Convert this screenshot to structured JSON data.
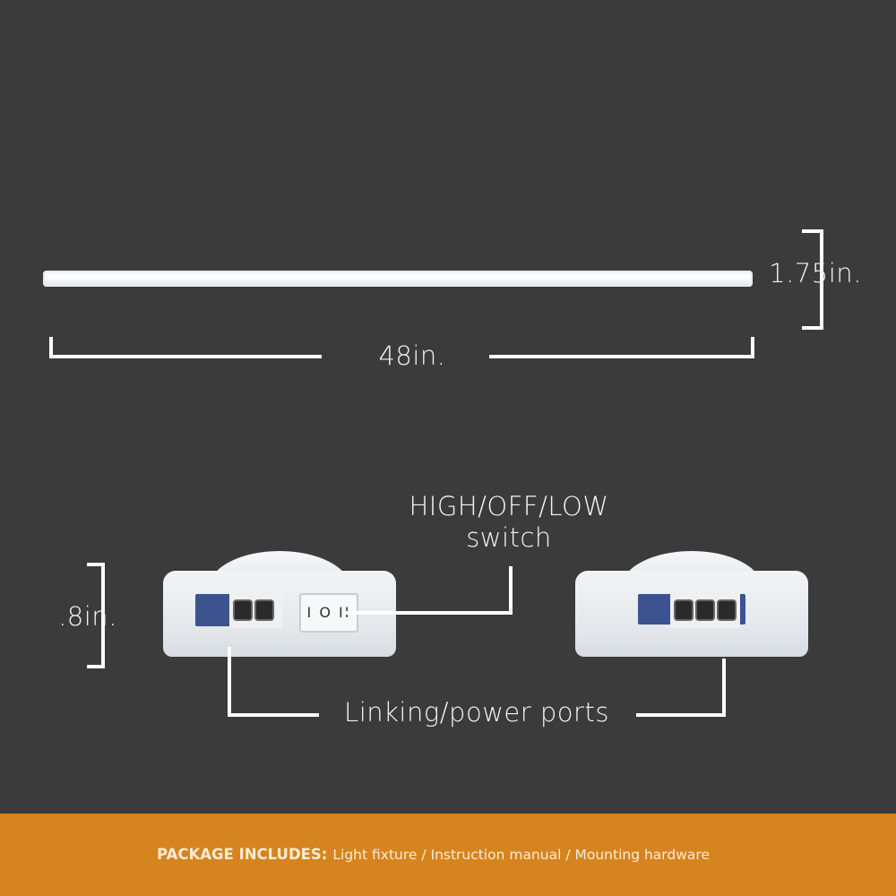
{
  "dimensions": {
    "height": "1.75in.",
    "length": "48in.",
    "depth": ".8in."
  },
  "callouts": {
    "switch_line1": "HIGH/OFF/LOW",
    "switch_line2": "switch",
    "ports": "Linking/power ports"
  },
  "switch_symbols": "I O II",
  "package": {
    "heading": "PACKAGE INCLUDES:",
    "items": "Light fixture / Instruction manual / Mounting hardware"
  },
  "colors": {
    "background": "#3b3b3c",
    "band": "#d6841f",
    "port": "#3c5390"
  }
}
